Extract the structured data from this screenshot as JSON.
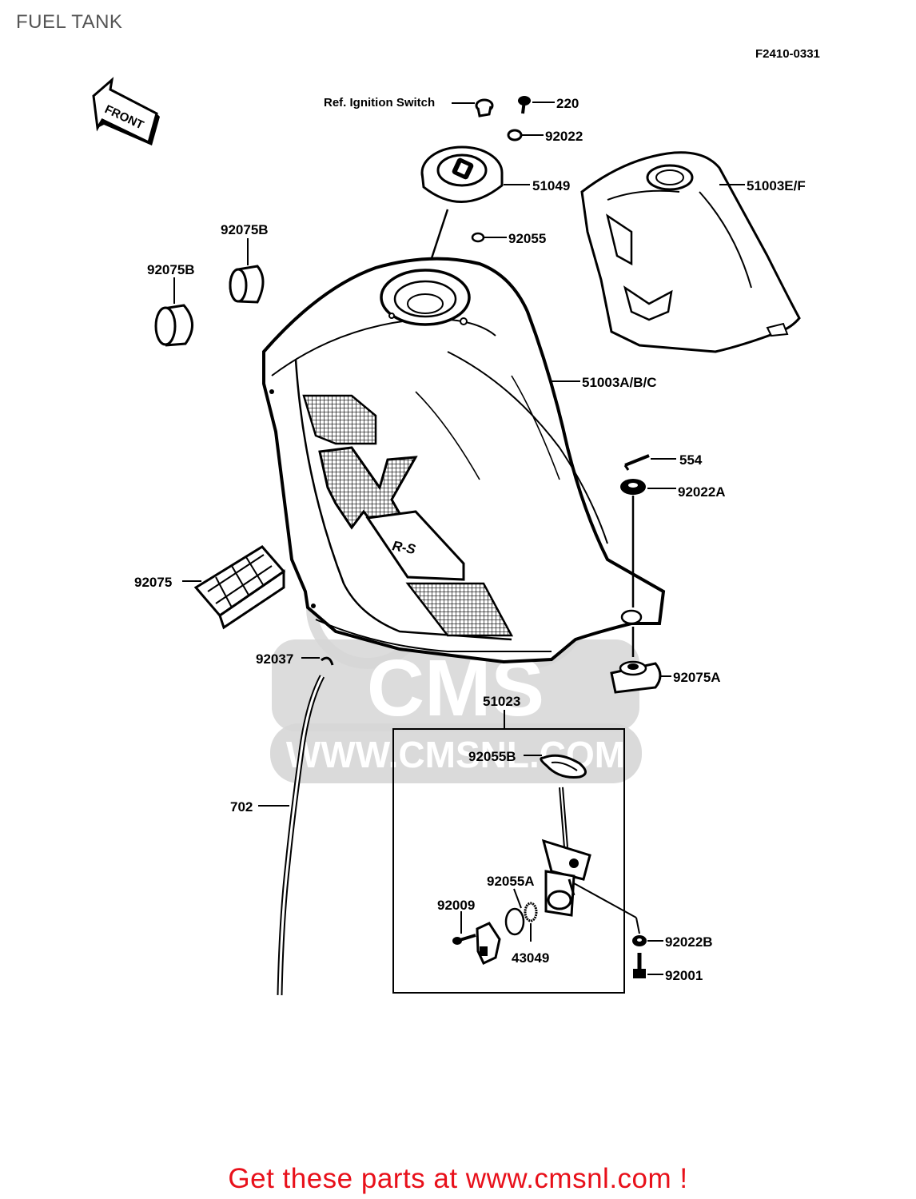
{
  "page": {
    "title": "FUEL TANK",
    "drawing_code": "F2410-0331"
  },
  "watermark": {
    "brand": "CMS",
    "url": "WWW.CMSNL.COM"
  },
  "front_arrow": {
    "label": "FRONT"
  },
  "callouts": {
    "ignition": "Ref. Ignition Switch",
    "p220": "220",
    "p92022": "92022",
    "p51049": "51049",
    "p51003ef": "51003E/F",
    "p92055": "92055",
    "p92075b_top": "92075B",
    "p92075b_left": "92075B",
    "p51003abc": "51003A/B/C",
    "p554": "554",
    "p92022a": "92022A",
    "p92075": "92075",
    "p92037": "92037",
    "p92075a": "92075A",
    "p51023": "51023",
    "p92055b": "92055B",
    "p702": "702",
    "p92055a": "92055A",
    "p92009": "92009",
    "p92022b": "92022B",
    "p43049": "43049",
    "p92001": "92001"
  },
  "tank_graphic": {
    "letter": "X",
    "badge": "R-S"
  },
  "footer": {
    "text": "Get these parts at www.cmsnl.com !"
  },
  "colors": {
    "footer": "#e8101a",
    "title": "#555555",
    "watermark": "#d2d2d2",
    "line": "#000000"
  }
}
